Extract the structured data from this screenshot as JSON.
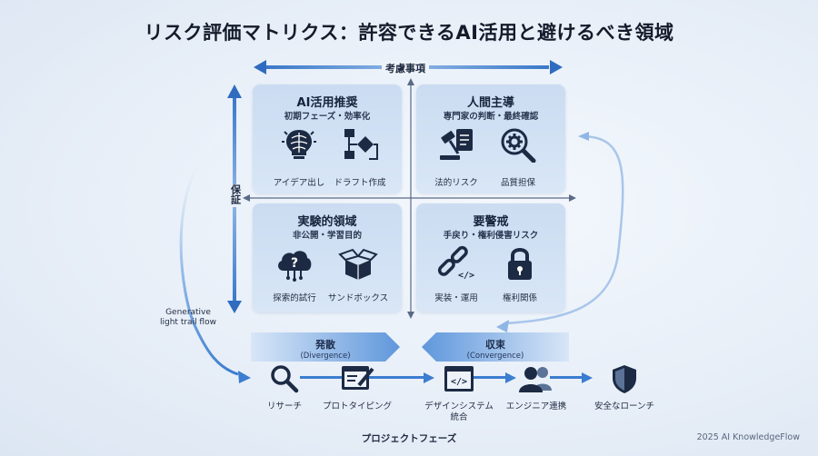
{
  "title": "リスク評価マトリクス：許容できるAI活用と避けるべき領域",
  "axes": {
    "horizontal": "考慮事項",
    "vertical": "保証"
  },
  "quadrants": {
    "top_left": {
      "title": "AI活用推奨",
      "subtitle": "初期フェーズ・効率化",
      "items": [
        "アイデア出し",
        "ドラフト作成"
      ]
    },
    "top_right": {
      "title": "人間主導",
      "subtitle": "専門家の判断・最終確認",
      "items": [
        "法的リスク",
        "品質担保"
      ]
    },
    "bottom_left": {
      "title": "実験的領域",
      "subtitle": "非公開・学習目的",
      "items": [
        "探索的試行",
        "サンドボックス"
      ]
    },
    "bottom_right": {
      "title": "要警戒",
      "subtitle": "手戻り・権利侵害リスク",
      "items": [
        "実装・運用",
        "権利関係"
      ]
    }
  },
  "annotation": "Generative\nlight trail flow",
  "phases": [
    {
      "label": "発散",
      "sub": "(Divergence)"
    },
    {
      "label": "収束",
      "sub": "(Convergence)"
    }
  ],
  "steps": [
    "リサーチ",
    "プロトタイピング",
    "デザインシステム\n統合",
    "エンジニア連携",
    "安全なローンチ"
  ],
  "timeline_label": "プロジェクトフェーズ",
  "footer": "2025 AI KnowledgeFlow",
  "colors": {
    "accent": "#3c78c8",
    "dark_icon": "#1d2a44",
    "quad_bg": "#cddff3"
  },
  "icons": [
    "brain-bulb-icon",
    "flowchart-icon",
    "gavel-document-icon",
    "magnifier-gear-icon",
    "cloud-question-icon",
    "open-box-icon",
    "broken-link-code-icon",
    "padlock-icon",
    "search-icon",
    "design-editor-icon",
    "code-window-icon",
    "team-icon",
    "shield-icon"
  ]
}
